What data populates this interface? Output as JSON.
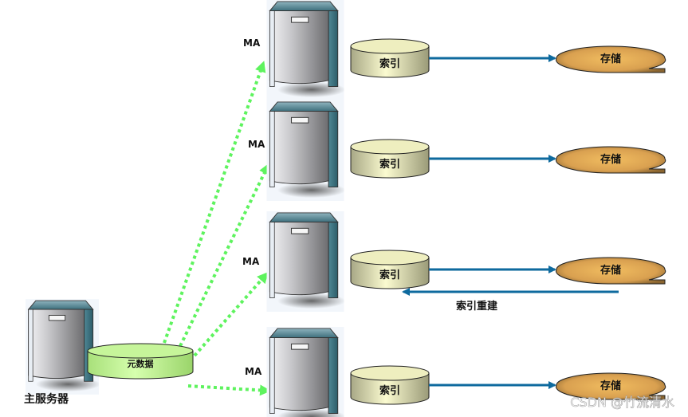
{
  "diagram": {
    "main_server": {
      "label": "主服务器",
      "icon": "server-icon"
    },
    "metadata_store": {
      "label": "元数据",
      "icon": "database-cylinder-icon",
      "color": "#c6f59a"
    },
    "connector_label": "MA",
    "connector_color": "#5ef35e",
    "flow_color": "#0e6a9e",
    "nodes": [
      {
        "ma_label": "MA",
        "index_label": "索引",
        "storage_label": "存储",
        "direction": "index-to-storage"
      },
      {
        "ma_label": "MA",
        "index_label": "索引",
        "storage_label": "存储",
        "direction": "index-to-storage"
      },
      {
        "ma_label": "MA",
        "index_label": "索引",
        "storage_label": "存储",
        "direction": "index-to-storage",
        "rebuild_label": "索引重建"
      },
      {
        "ma_label": "MA",
        "index_label": "索引",
        "storage_label": "存储",
        "direction": "index-to-storage"
      }
    ],
    "index_color": "#eeeebf",
    "storage_color": "#e0aa55"
  },
  "watermark": "CSDN @竹流清水"
}
